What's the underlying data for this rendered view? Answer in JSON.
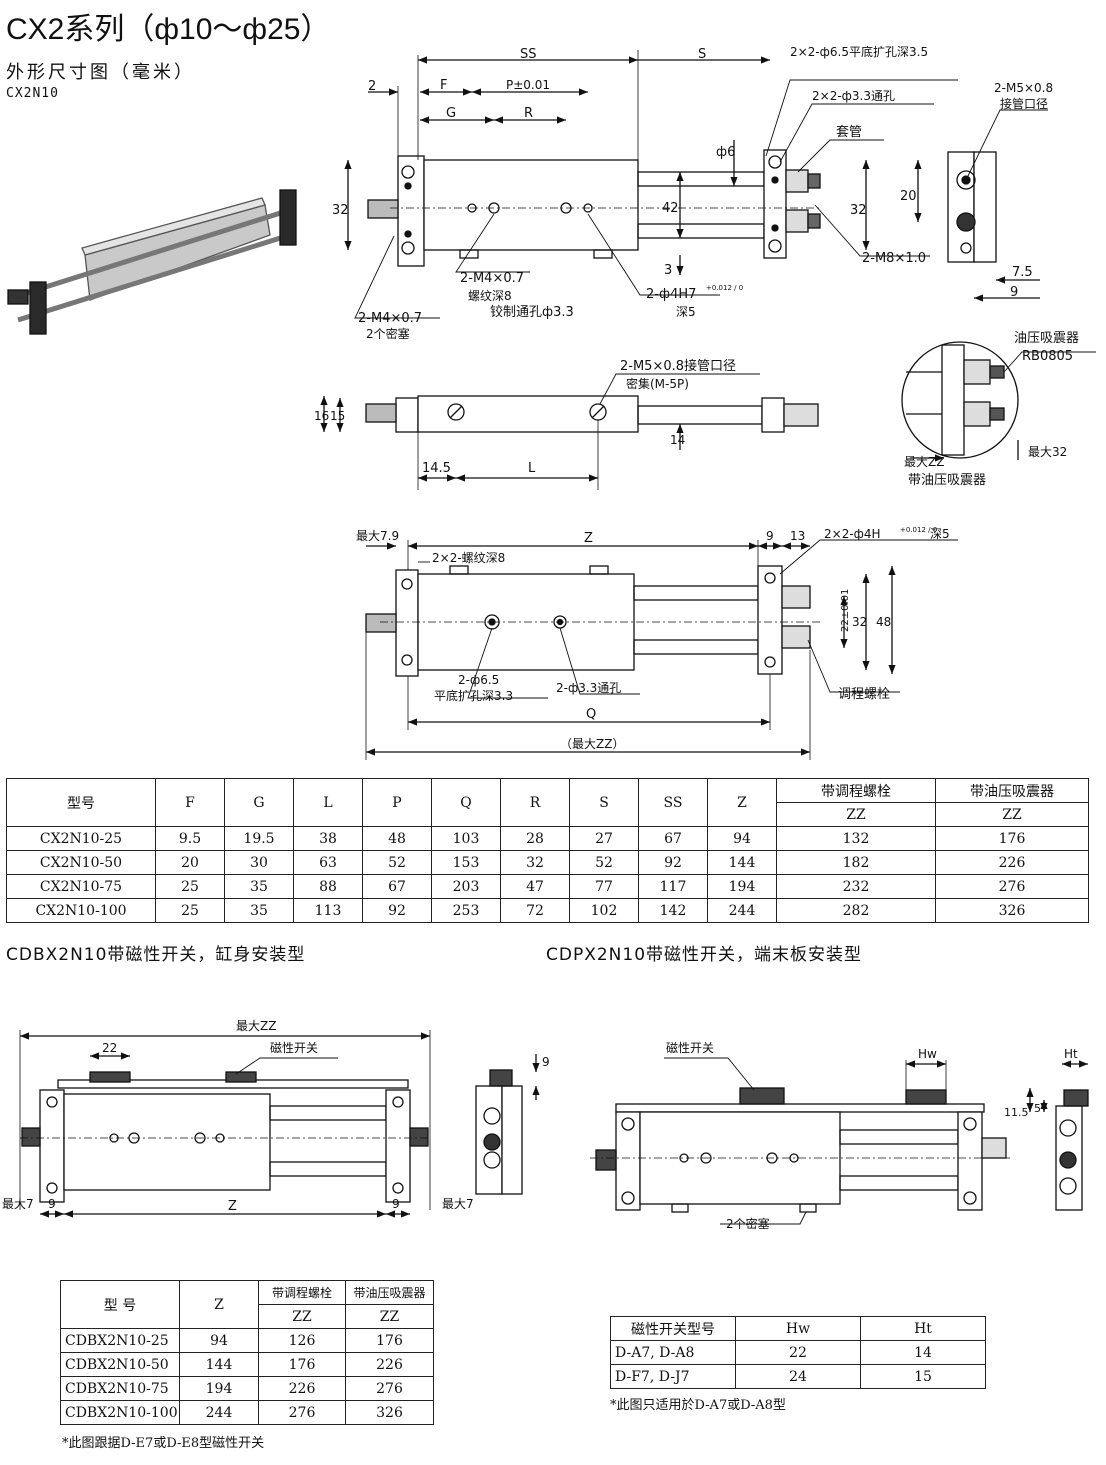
{
  "header": {
    "title": "CX2系列（ф10～ф25）",
    "subtitle": "外形尺寸图（毫米）",
    "model": "CX2N10"
  },
  "drawing_top": {
    "dims": {
      "d2": "2",
      "F": "F",
      "P": "P±0.01",
      "SS": "SS",
      "S": "S",
      "G": "G",
      "R": "R",
      "d32a": "32",
      "d42": "42",
      "d6": "ф6",
      "d3": "3",
      "d32b": "32",
      "d20": "20",
      "d75": "7.5",
      "d9": "9"
    },
    "labels": {
      "cb65": "2×2-ф6.5平底扩孔深3.5",
      "th33": "2×2-ф3.3通孔",
      "m5": "2-M5×0.8",
      "m5port": "接管口径",
      "sleeve": "套管",
      "m8": "2-M8×1.0",
      "m4a": "2-M4×0.7",
      "m4a_depth": "螺纹深8",
      "ream": "铰制通孔ф3.3",
      "h7": "2-ф4H7",
      "h7_tol": "+0.012 / 0",
      "h7_depth": "深5",
      "m4b": "2-M4×0.7",
      "m4b_note": "2个密塞"
    }
  },
  "drawing_side": {
    "dims": {
      "d16": "16",
      "d15": "15",
      "d14": "14",
      "d145": "14.5",
      "L": "L"
    },
    "labels": {
      "port": "2-M5×0.8接管口径",
      "seal": "密集(M-5P)"
    }
  },
  "drawing_circle": {
    "labels": {
      "absorber": "油压吸震器",
      "rb": "RB0805",
      "maxzz": "最大ZZ",
      "max32": "最大32",
      "with_abs": "带油压吸震器"
    }
  },
  "drawing_mid": {
    "dims": {
      "max79": "最大7.9",
      "Z": "Z",
      "d9": "9",
      "d13": "13",
      "d32": "32",
      "d48": "48",
      "d22": "22±0.01",
      "Q": "Q",
      "maxzz": "（最大ZZ）"
    },
    "labels": {
      "thread8": "2×2-螺纹深8",
      "h7": "2×2-ф4H",
      "h7_tol": "+0.012 / 0",
      "h7_depth": "深5",
      "cb": "2-ф6.5",
      "cb_depth": "平底扩孔深3.3",
      "th": "2-ф3.3通孔",
      "adj": "调程螺栓"
    }
  },
  "table1": {
    "headers": [
      "型号",
      "F",
      "G",
      "L",
      "P",
      "Q",
      "R",
      "S",
      "SS",
      "Z"
    ],
    "group_a": "带调程螺栓",
    "group_b": "带油压吸震器",
    "sub_a": "ZZ",
    "sub_b": "ZZ",
    "rows": [
      [
        "CX2N10-25",
        "9.5",
        "19.5",
        "38",
        "48",
        "103",
        "28",
        "27",
        "67",
        "94",
        "132",
        "176"
      ],
      [
        "CX2N10-50",
        "20",
        "30",
        "63",
        "52",
        "153",
        "32",
        "52",
        "92",
        "144",
        "182",
        "226"
      ],
      [
        "CX2N10-75",
        "25",
        "35",
        "88",
        "67",
        "203",
        "47",
        "77",
        "117",
        "194",
        "232",
        "276"
      ],
      [
        "CX2N10-100",
        "25",
        "35",
        "113",
        "92",
        "253",
        "72",
        "102",
        "142",
        "244",
        "282",
        "326"
      ]
    ]
  },
  "section_b": {
    "title_left": "CDBX2N10带磁性开关，缸身安装型",
    "title_right": "CDPX2N10带磁性开关，端末板安装型"
  },
  "drawing_bl": {
    "dims": {
      "maxzz": "最大ZZ",
      "d22": "22",
      "max7a": "最大7",
      "d9a": "9",
      "Z": "Z",
      "d9b": "9",
      "max7b": "最大7",
      "d9c": "9"
    },
    "labels": {
      "switch": "磁性开关"
    }
  },
  "drawing_br": {
    "dims": {
      "Hw": "Hw",
      "Ht": "Ht",
      "d115": "11.5",
      "d5": "5"
    },
    "labels": {
      "switch": "磁性开关",
      "plugs": "2个密塞"
    }
  },
  "table2": {
    "headers": [
      "型 号",
      "Z"
    ],
    "group_a": "带调程螺栓",
    "group_b": "带油压吸震器",
    "sub_a": "ZZ",
    "sub_b": "ZZ",
    "rows": [
      [
        "CDBX2N10-25",
        "94",
        "126",
        "176"
      ],
      [
        "CDBX2N10-50",
        "144",
        "176",
        "226"
      ],
      [
        "CDBX2N10-75",
        "194",
        "226",
        "276"
      ],
      [
        "CDBX2N10-100",
        "244",
        "276",
        "326"
      ]
    ],
    "note": "*此图跟据D-E7或D-E8型磁性开关"
  },
  "table3": {
    "headers": [
      "磁性开关型号",
      "Hw",
      "Ht"
    ],
    "rows": [
      [
        "D-A7, D-A8",
        "22",
        "14"
      ],
      [
        "D-F7, D-J7",
        "24",
        "15"
      ]
    ],
    "note": "*此图只适用於D-A7或D-A8型"
  }
}
